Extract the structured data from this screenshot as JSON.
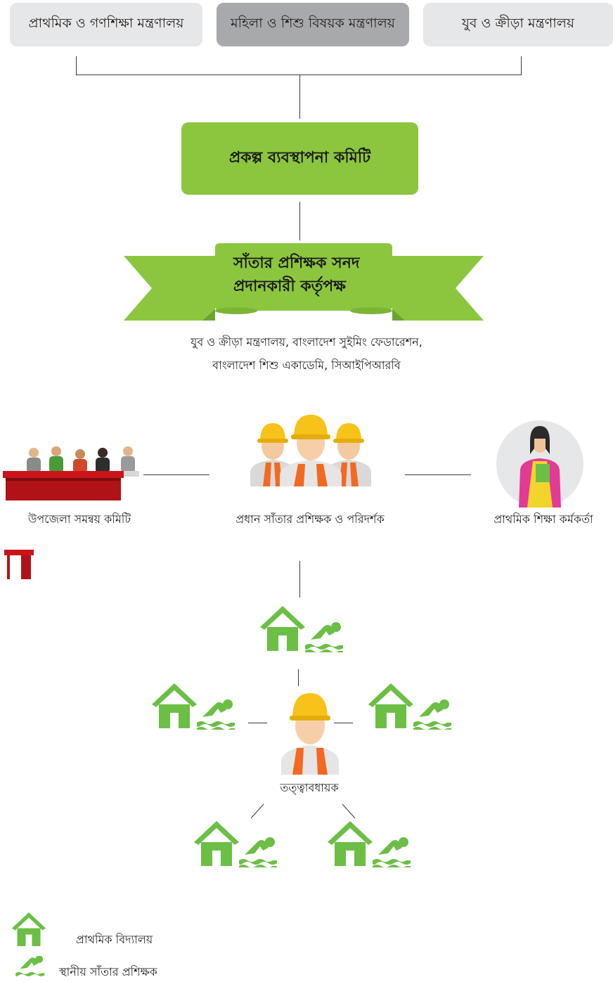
{
  "ministries": [
    {
      "label": "প্রাথমিক ও গণশিক্ষা মন্ত্রণালয়"
    },
    {
      "label": "মহিলা ও শিশু বিষয়ক মন্ত্রণালয়"
    },
    {
      "label": "যুব ও ক্রীড়া মন্ত্রণালয়"
    }
  ],
  "project_committee": "প্রকল্প ব্যবস্থাপনা কমিটি",
  "certifying_authority": {
    "line1": "সাঁতার প্রশিক্ষক সনদ",
    "line2": "প্রদানকারী কর্তৃপক্ষ"
  },
  "authority_members": {
    "line1": "যুব ও ক্রীড়া মন্ত্রণালয়,  বাংলাদেশ সুইমিং ফেডারেশন,",
    "line2": "বাংলাদেশ শিশু একাডেমি, সিআইপিআরবি"
  },
  "nodes": {
    "upazila_committee": "উপজেলা সমন্বয় কমিটি",
    "chief_trainer": "প্রধান সাঁতার প্রশিক্ষক ও পরিদর্শক",
    "primary_education_officer": "প্রাথমিক শিক্ষা কর্মকর্তা",
    "supervisor": "তত্ত্বাবধায়ক"
  },
  "legend": {
    "school": "প্রাথমিক বিদ্যালয়",
    "local_trainer": "স্থানীয় সাঁতার প্রশিক্ষক"
  },
  "colors": {
    "green": "#8cc63f",
    "icon_green": "#6cbf45",
    "light_grey": "#e6e7e8",
    "dark_grey": "#a7a9ac",
    "helmet": "#f7c21a",
    "vest": "#f26a21"
  }
}
